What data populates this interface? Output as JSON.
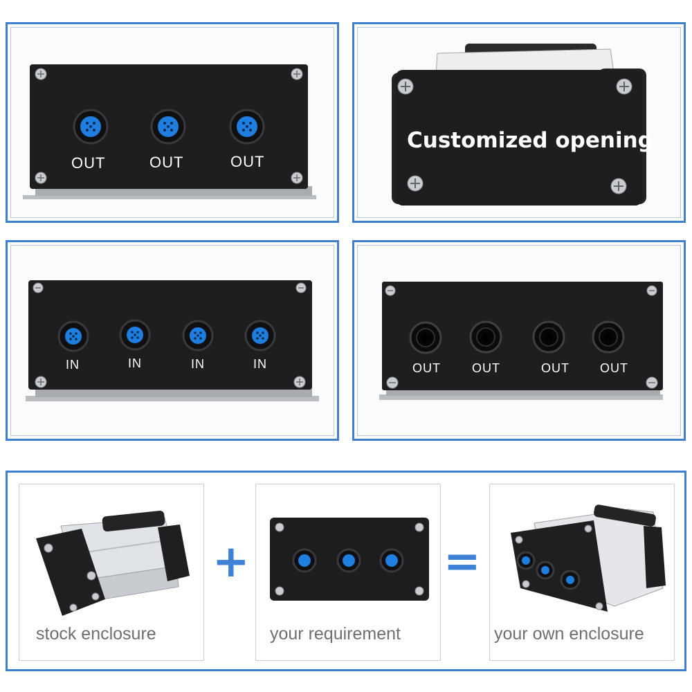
{
  "panels": {
    "top_left": {
      "labels": [
        "OUT",
        "OUT",
        "OUT"
      ]
    },
    "top_right": {
      "overlay_text": "Customized opening"
    },
    "mid_left": {
      "labels": [
        "IN",
        "IN",
        "IN",
        "IN"
      ]
    },
    "mid_right": {
      "labels": [
        "OUT",
        "OUT",
        "OUT",
        "OUT"
      ]
    }
  },
  "bottom": {
    "cards": [
      {
        "caption": "stock enclosure"
      },
      {
        "caption": "your requirement"
      },
      {
        "caption": "your own enclosure"
      }
    ],
    "plus_sign": "+",
    "equals_sign": "="
  },
  "colors": {
    "frame_blue": "#3f7fd0",
    "operator_blue": "#3d82d6",
    "panel_black": "#1e1e20",
    "connector_blue": "#1f7fe0"
  }
}
